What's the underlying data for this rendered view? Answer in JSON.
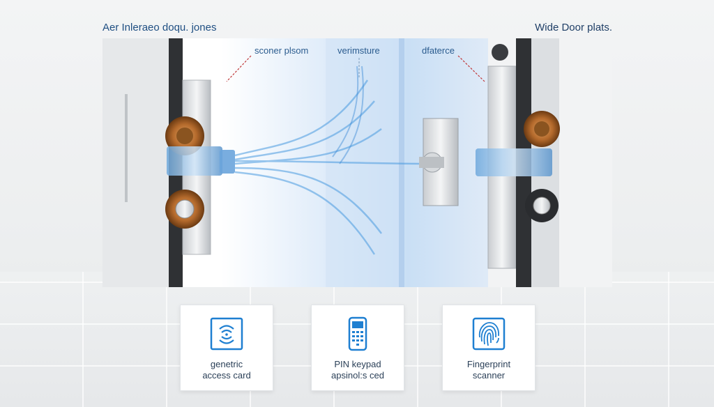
{
  "header": {
    "title_left": "Aer Inleraeo doqu. jones",
    "title_right": "Wide Door plats."
  },
  "callouts": [
    "sconer plsom",
    "verimsture",
    "dfaterce"
  ],
  "options": [
    {
      "icon": "access-card-icon",
      "line1": "genetric",
      "line2": "access card"
    },
    {
      "icon": "pin-keypad-icon",
      "line1": "PIN keypad",
      "line2": "apsinol:s ced"
    },
    {
      "icon": "fingerprint-icon",
      "line1": "Fingerprint",
      "line2": "scanner"
    }
  ],
  "colors": {
    "accent": "#1e7fd1",
    "title": "#1f4f82",
    "copper": "#b46a2c",
    "flow": "#4a9be0"
  }
}
